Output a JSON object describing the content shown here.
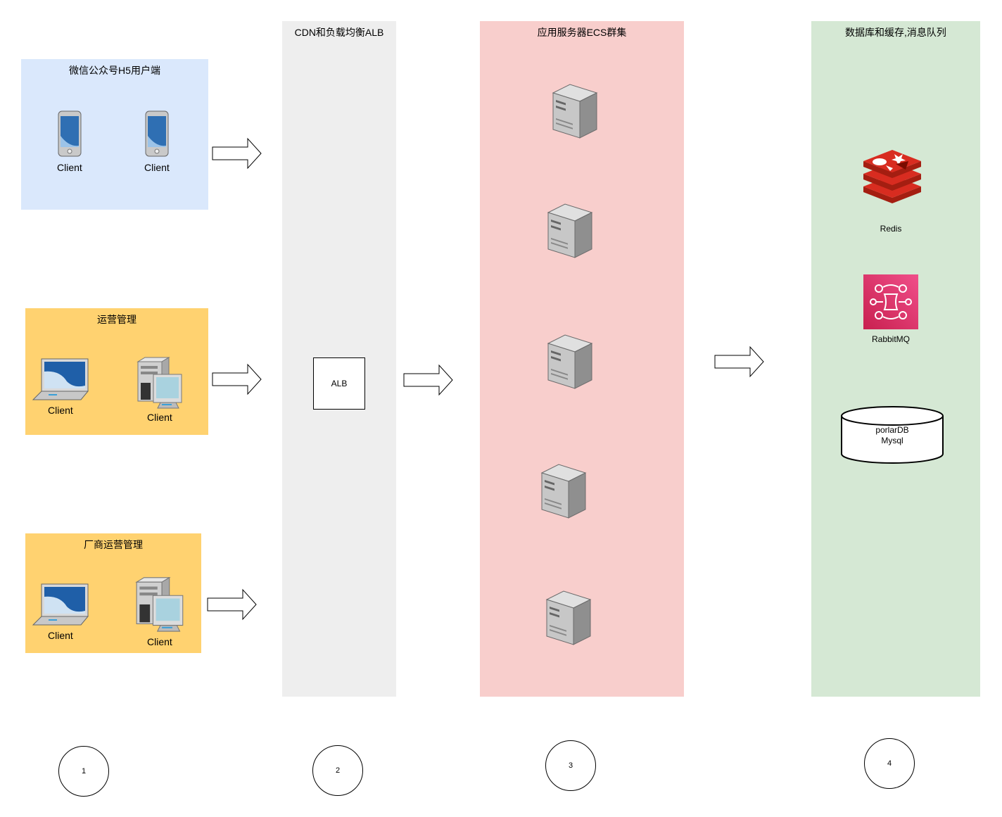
{
  "panels": {
    "wechat": {
      "title": "微信公众号H5用户端",
      "color": "#dae8fc"
    },
    "ops": {
      "title": "运营管理",
      "color": "#ffd270"
    },
    "vendor": {
      "title": "厂商运营管理",
      "color": "#ffd270"
    },
    "cdn": {
      "title": "CDN和负载均衡ALB",
      "color": "#eeeeee"
    },
    "app": {
      "title": "应用服务器ECS群集",
      "color": "#f8cecc"
    },
    "db": {
      "title": "数据库和缓存,消息队列",
      "color": "#d5e8d4"
    }
  },
  "clients": {
    "wechat_1": "Client",
    "wechat_2": "Client",
    "ops_laptop": "Client",
    "ops_pc": "Client",
    "vendor_laptop": "Client",
    "vendor_pc": "Client"
  },
  "alb": {
    "label": "ALB"
  },
  "db": {
    "redis": "Redis",
    "rabbitmq": "RabbitMQ",
    "mysql_line1": "porlarDB",
    "mysql_line2": "Mysql"
  },
  "steps": [
    "1",
    "2",
    "3",
    "4"
  ],
  "colors": {
    "redis": "#c6302b",
    "rabbitmq": "#d9246a"
  }
}
